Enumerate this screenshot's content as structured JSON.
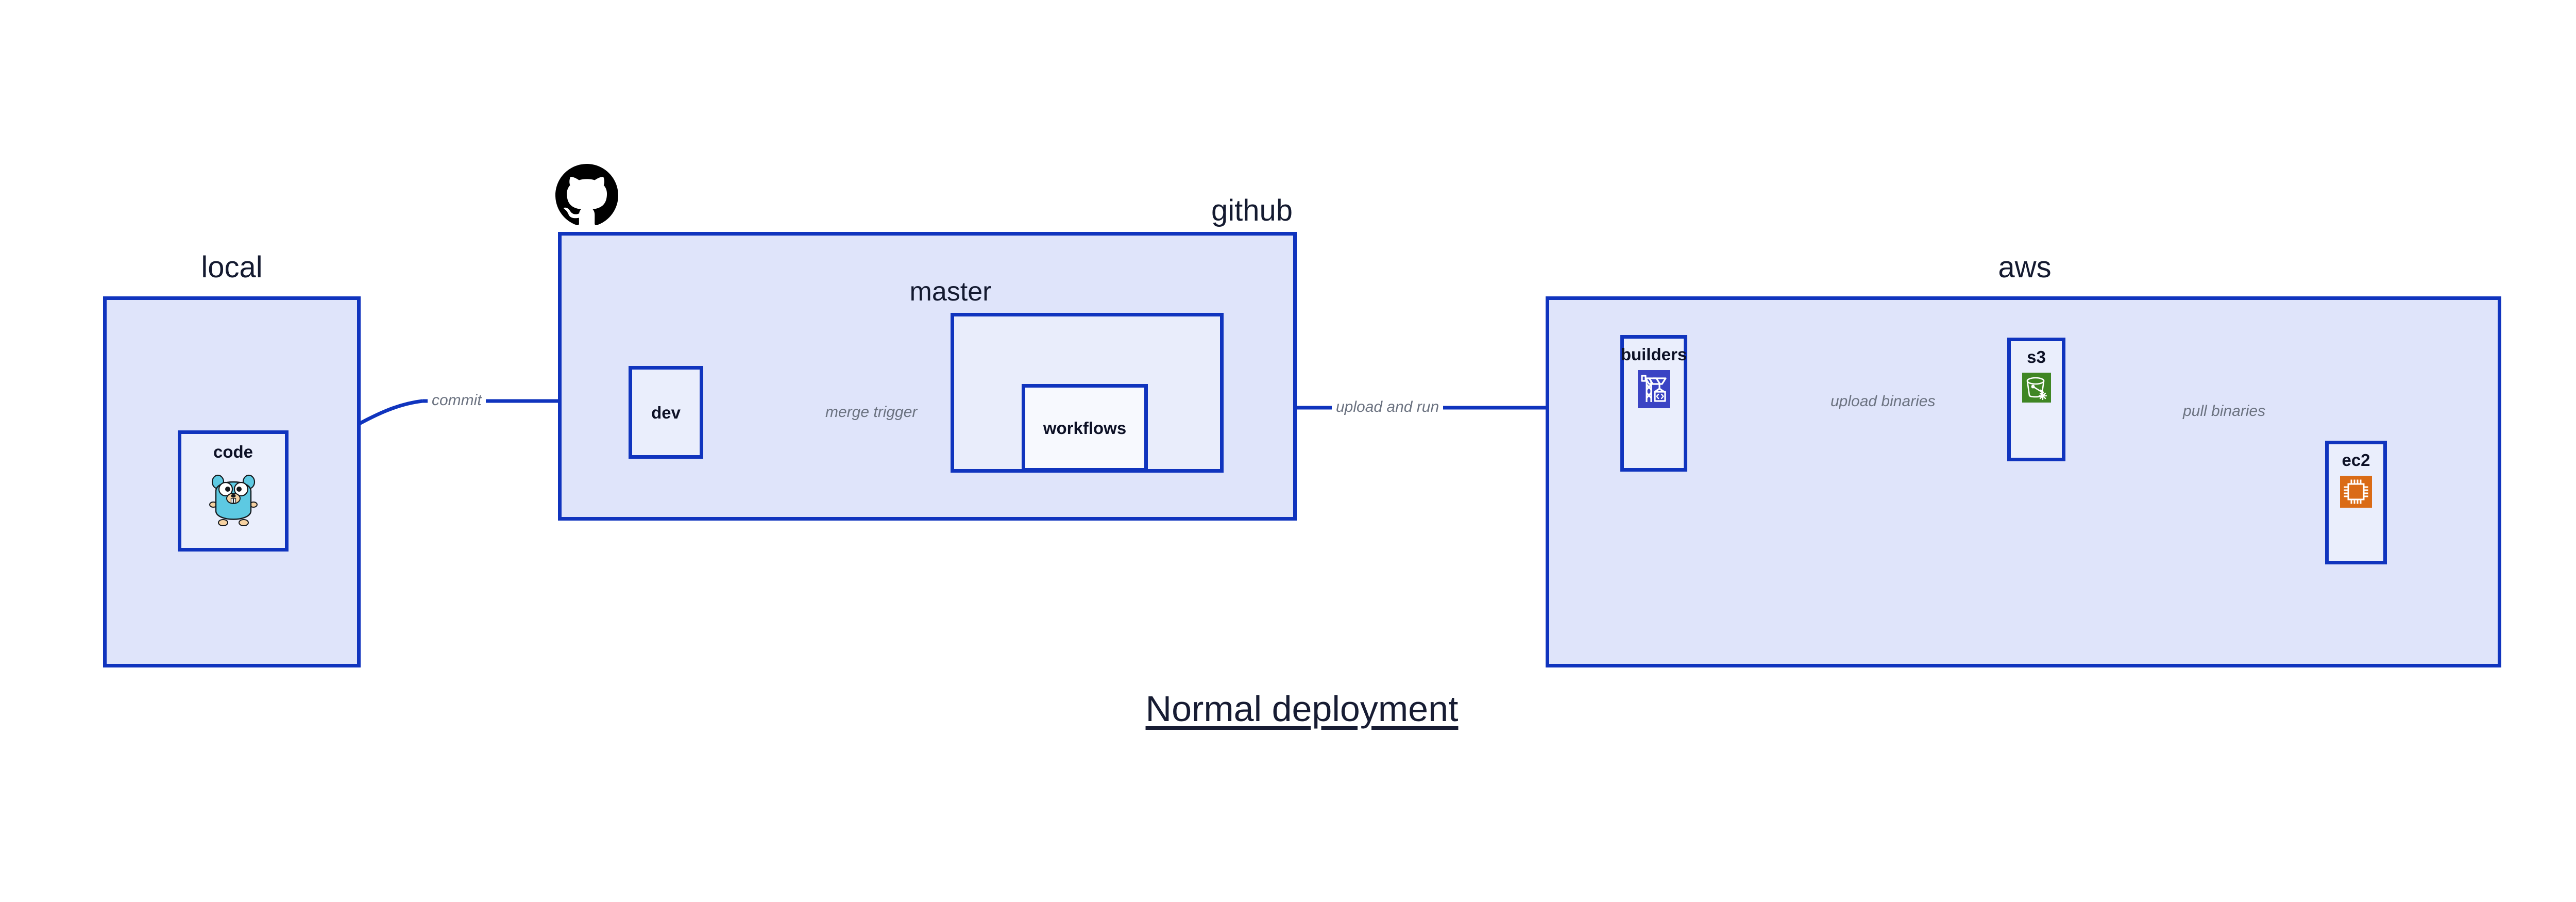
{
  "diagram": {
    "title": "Normal deployment",
    "accent_border": "#1034be",
    "group_fill": "#dfe4fa",
    "node_fill": "#eaeefc",
    "edge_label_color": "#6b7280",
    "title_color": "#171c33"
  },
  "groups": [
    {
      "id": "local",
      "label": "local"
    },
    {
      "id": "github",
      "label": "github"
    },
    {
      "id": "aws",
      "label": "aws"
    }
  ],
  "subgroups": [
    {
      "id": "master",
      "label": "master",
      "parent": "github"
    }
  ],
  "nodes": [
    {
      "id": "code",
      "label": "code",
      "icon": "go-gopher-icon",
      "group": "local"
    },
    {
      "id": "dev",
      "label": "dev",
      "icon": null,
      "group": "github"
    },
    {
      "id": "workflows",
      "label": "workflows",
      "icon": null,
      "group": "master"
    },
    {
      "id": "builders",
      "label": "builders",
      "icon": "aws-codebuild-crane-icon",
      "group": "aws",
      "icon_color": "#3a43c4"
    },
    {
      "id": "s3",
      "label": "s3",
      "icon": "aws-s3-bucket-icon",
      "group": "aws",
      "icon_color": "#3f8624"
    },
    {
      "id": "ec2",
      "label": "ec2",
      "icon": "aws-ec2-chip-icon",
      "group": "aws",
      "icon_color": "#da6b16"
    }
  ],
  "edges": [
    {
      "id": "commit",
      "label": "commit",
      "from": "code",
      "to": "dev"
    },
    {
      "id": "merge-trigger",
      "label": "merge trigger",
      "from": "dev",
      "to": "workflows"
    },
    {
      "id": "upload-and-run",
      "label": "upload and run",
      "from": "workflows",
      "to": "builders"
    },
    {
      "id": "upload-binaries",
      "label": "upload binaries",
      "from": "builders",
      "to": "s3"
    },
    {
      "id": "pull-binaries",
      "label": "pull binaries",
      "from": "s3",
      "to": "ec2"
    }
  ],
  "logos": [
    {
      "id": "github-logo",
      "name": "github-octocat-icon",
      "color": "#000000"
    }
  ]
}
